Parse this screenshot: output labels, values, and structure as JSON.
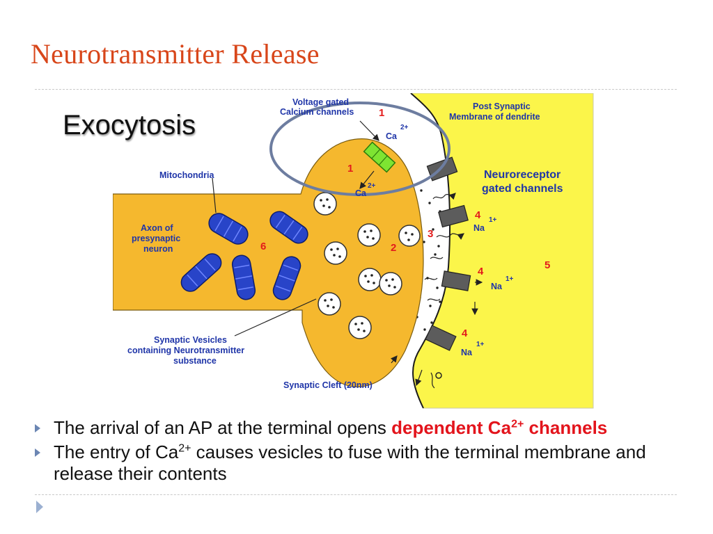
{
  "slide": {
    "title": "Neurotransmitter Release",
    "subtitle": "Exocytosis"
  },
  "diagram": {
    "labels": {
      "voltage_gated_1": "Voltage gated",
      "voltage_gated_2": "Calcium channels",
      "post_synaptic_1": "Post Synaptic",
      "post_synaptic_2": "Membrane of dendrite",
      "neuroreceptor_1": "Neuroreceptor",
      "neuroreceptor_2": "gated channels",
      "mitochondria": "Mitochondria",
      "axon_1": "Axon of",
      "axon_2": "presynaptic",
      "axon_3": "neuron",
      "vesicles_1": "Synaptic Vesicles",
      "vesicles_2": "containing Neurotransmitter",
      "vesicles_3": "substance",
      "cleft": "Synaptic Cleft (20nm)",
      "ca": "Ca",
      "ca_charge": "2+",
      "na": "Na",
      "na_charge": "1+",
      "num_1": "1",
      "num_2": "2",
      "num_3": "3",
      "num_4": "4",
      "num_5": "5",
      "num_6": "6"
    },
    "colors": {
      "axon_fill": "#f5b82e",
      "dendrite_fill": "#fbf54a",
      "mitochondria": "#2844c8",
      "channel_green": "#7ee432",
      "receptor_grey": "#5c5c5c",
      "number_red": "#e31b1b",
      "label_blue": "#1f35a8",
      "highlight_circle": "#6d7da0"
    }
  },
  "bullets": [
    {
      "prefix": "The arrival of an AP at the terminal opens ",
      "highlight": "dependent Ca",
      "highlight_sup": "2+",
      "highlight_tail": "channels"
    },
    {
      "prefix": "The entry of Ca",
      "sup": "2+",
      "suffix": " causes vesicles to fuse with the terminal membrane and release their contents"
    }
  ]
}
